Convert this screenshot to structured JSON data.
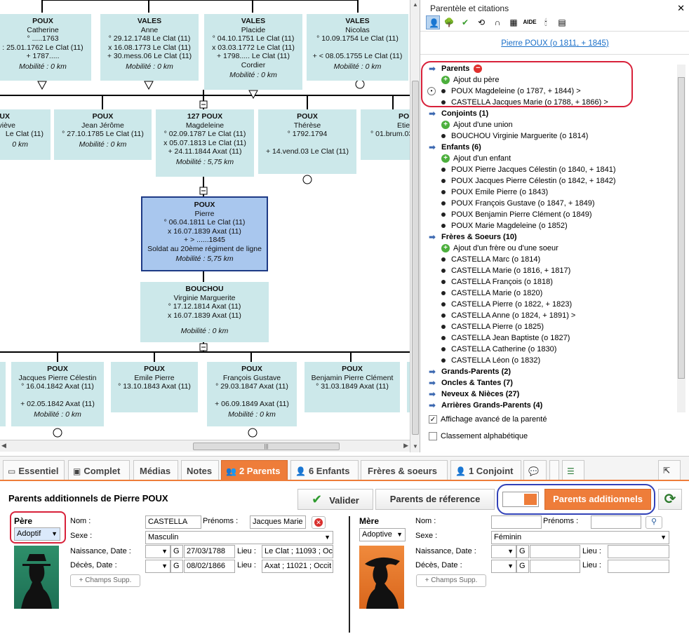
{
  "tree": {
    "row1": [
      {
        "surname": "POUX",
        "given": "Catherine",
        "lines": [
          "° .....1763",
          ": 25.01.1762 Le Clat (11)",
          "+ 1787....."
        ],
        "mobility": "Mobilité :  0 km"
      },
      {
        "surname": "VALES",
        "given": "Anne",
        "lines": [
          "° 29.12.1748 Le Clat (11)",
          "x 16.08.1773 Le Clat (11)",
          "+ 30.mess.06 Le Clat (11)"
        ],
        "mobility": "Mobilité :  0 km"
      },
      {
        "surname": "VALES",
        "given": "Placide",
        "lines": [
          "° 04.10.1751 Le Clat (11)",
          "x 03.03.1772 Le Clat (11)",
          "+ 1798..... Le Clat (11)",
          "Cordier"
        ],
        "mobility": "Mobilité :  0 km"
      },
      {
        "surname": "VALES",
        "given": "Nicolas",
        "lines": [
          "° 10.09.1754 Le Clat (11)",
          "",
          "+ < 08.05.1755 Le Clat (11)"
        ],
        "mobility": "Mobilité :  0 km"
      }
    ],
    "row2": [
      {
        "surname": "UX",
        "given": "viève",
        "lines": [
          "Le Clat (11)"
        ],
        "mobility": "0 km"
      },
      {
        "surname": "POUX",
        "given": "Jean Jérôme",
        "lines": [
          "° 27.10.1785 Le Clat (11)"
        ],
        "mobility": "Mobilité :  0 km"
      },
      {
        "surname": "127 POUX",
        "given": "Magdeleine",
        "lines": [
          "° 02.09.1787 Le Clat (11)",
          "x 05.07.1813 Le Clat (11)",
          "+ 24.11.1844 Axat (11)"
        ],
        "mobility": "Mobilité :  5,75 km"
      },
      {
        "surname": "POUX",
        "given": "Thérèse",
        "lines": [
          "° 1792.1794",
          "",
          "+ 14.vend.03 Le Clat (11)"
        ],
        "mobility": ""
      },
      {
        "surname": "PO",
        "given": "Etie",
        "lines": [
          "° 01.brum.03"
        ],
        "mobility": ""
      }
    ],
    "main": {
      "surname": "POUX",
      "given": "Pierre",
      "lines": [
        "° 06.04.1811 Le Clat (11)",
        "x 16.07.1839 Axat (11)",
        "+ > ......1845",
        "Soldat au 20ème régiment de ligne"
      ],
      "mobility": "Mobilité :  5,75 km"
    },
    "spouse": {
      "surname": "BOUCHOU",
      "given": "Virginie Marguerite",
      "lines": [
        "° 17.12.1814 Axat (11)",
        "x 16.07.1839 Axat (11)"
      ],
      "mobility": "Mobilité :  0 km"
    },
    "row4": [
      {
        "surname": "POUX",
        "given": "Jacques Pierre Célestin",
        "lines": [
          "° 16.04.1842 Axat (11)",
          "",
          "+ 02.05.1842 Axat (11)"
        ],
        "mobility": "Mobilité :  0 km"
      },
      {
        "surname": "POUX",
        "given": "Emile Pierre",
        "lines": [
          "° 13.10.1843 Axat (11)"
        ],
        "mobility": ""
      },
      {
        "surname": "POUX",
        "given": "François Gustave",
        "lines": [
          "° 29.03.1847 Axat (11)",
          "",
          "+ 06.09.1849 Axat (11)"
        ],
        "mobility": "Mobilité :  0 km"
      },
      {
        "surname": "POUX",
        "given": "Benjamin Pierre Clément",
        "lines": [
          "° 31.03.1849 Axat (11)"
        ],
        "mobility": ""
      }
    ]
  },
  "panel": {
    "title": "Parentèle et citations",
    "person_link": "Pierre POUX (o  1811, +  1845)",
    "sections": [
      {
        "label": "Parents",
        "items": [
          {
            "type": "add",
            "text": "Ajout du père"
          },
          {
            "type": "radio",
            "text": "POUX Magdeleine (o  1787, +  1844)    >"
          },
          {
            "type": "dot",
            "text": "CASTELLA Jacques Marie (o  1788, +  1866)    >"
          }
        ]
      },
      {
        "label": "Conjoints (1)",
        "items": [
          {
            "type": "add",
            "text": "Ajout d'une union"
          },
          {
            "type": "dot",
            "text": "BOUCHOU Virginie Marguerite (o  1814)"
          }
        ]
      },
      {
        "label": "Enfants (6)",
        "items": [
          {
            "type": "add",
            "text": "Ajout d'un enfant"
          },
          {
            "type": "dot",
            "text": "POUX Pierre Jacques Célestin (o  1840, +  1841)"
          },
          {
            "type": "dot",
            "text": "POUX Jacques Pierre Célestin (o  1842, +  1842)"
          },
          {
            "type": "dot",
            "text": "POUX Emile Pierre (o  1843)"
          },
          {
            "type": "dot",
            "text": "POUX François Gustave (o  1847, +  1849)"
          },
          {
            "type": "dot",
            "text": "POUX Benjamin Pierre Clément (o  1849)"
          },
          {
            "type": "dot",
            "text": "POUX Marie Magdeleine (o  1852)"
          }
        ]
      },
      {
        "label": "Frères & Soeurs (10)",
        "items": [
          {
            "type": "add",
            "text": "Ajout d'un frère ou d'une soeur"
          },
          {
            "type": "dot",
            "text": "CASTELLA Marc (o  1814)"
          },
          {
            "type": "dot",
            "text": "CASTELLA Marie (o  1816, +  1817)"
          },
          {
            "type": "dot",
            "text": "CASTELLA François (o  1818)"
          },
          {
            "type": "dot",
            "text": "CASTELLA Marie (o  1820)"
          },
          {
            "type": "dot",
            "text": "CASTELLA Pierre (o  1822, +  1823)"
          },
          {
            "type": "dot",
            "text": "CASTELLA Anne (o  1824, +  1891)    >"
          },
          {
            "type": "dot",
            "text": "CASTELLA Pierre (o  1825)"
          },
          {
            "type": "dot",
            "text": "CASTELLA Jean Baptiste (o  1827)"
          },
          {
            "type": "dot",
            "text": "CASTELLA Catherine (o  1830)"
          },
          {
            "type": "dot",
            "text": "CASTELLA Léon (o  1832)"
          }
        ]
      },
      {
        "label": "Grands-Parents (2)",
        "items": []
      },
      {
        "label": "Oncles & Tantes (7)",
        "items": []
      },
      {
        "label": "Neveux & Nièces (27)",
        "items": []
      },
      {
        "label": "Arrières Grands-Parents (4)",
        "items": []
      }
    ],
    "check_advanced": "Affichage avancé de la parenté",
    "check_alpha": "Classement alphabétique"
  },
  "tabs": {
    "essentiel": "Essentiel",
    "complet": "Complet",
    "medias": "Médias",
    "notes": "Notes",
    "parents": "2 Parents",
    "enfants": "6 Enfants",
    "freres": "Frères & soeurs",
    "conjoint": "1 Conjoint"
  },
  "form": {
    "title": "Parents additionnels de Pierre POUX",
    "valider": "Valider",
    "reference": "Parents de réference",
    "additionnels": "Parents additionnels",
    "father": {
      "header": "Père",
      "type": "Adoptif",
      "nom_label": "Nom :",
      "nom": "CASTELLA",
      "prenoms_label": "Prénoms :",
      "prenoms": "Jacques Marie",
      "sexe_label": "Sexe :",
      "sexe": "Masculin",
      "naissance_label": "Naissance, Date :",
      "naissance_cal": "G",
      "naissance_date": "27/03/1788",
      "naissance_lieu_label": "Lieu :",
      "naissance_lieu": "Le Clat ; 11093 ; Oc",
      "deces_label": "Décès, Date :",
      "deces_cal": "G",
      "deces_date": "08/02/1866",
      "deces_lieu_label": "Lieu :",
      "deces_lieu": "Axat ; 11021 ; Occit",
      "champs": "+ Champs Supp."
    },
    "mother": {
      "header": "Mère",
      "type": "Adoptive",
      "nom_label": "Nom :",
      "nom": "",
      "prenoms_label": "Prénoms :",
      "prenoms": "",
      "sexe_label": "Sexe :",
      "sexe": "Féminin",
      "naissance_label": "Naissance, Date :",
      "naissance_cal": "G",
      "naissance_date": "",
      "naissance_lieu_label": "Lieu :",
      "naissance_lieu": "",
      "deces_label": "Décès, Date :",
      "deces_cal": "G",
      "deces_date": "",
      "deces_lieu_label": "Lieu :",
      "deces_lieu": "",
      "champs": "+ Champs Supp."
    }
  },
  "colors": {
    "card": "#cce8ea",
    "main_card": "#a9c7ee",
    "accent": "#ee7d3a",
    "annotation_red": "#d8213a",
    "annotation_blue": "#3242b8"
  }
}
